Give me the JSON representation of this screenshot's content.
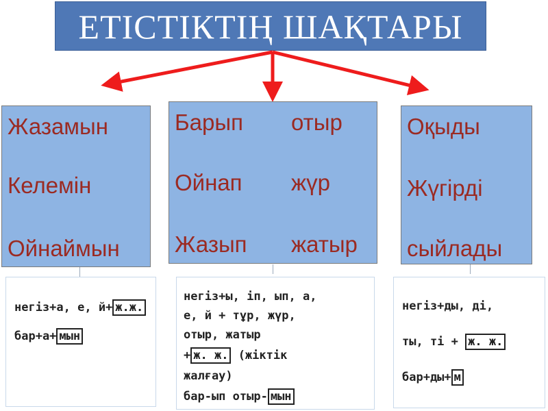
{
  "title": "ЕТІСТІКТІҢ ШАҚТАРЫ",
  "colors": {
    "title_bg": "#4f78b6",
    "box_bg": "#8eb4e3",
    "word_text": "#9b2a22",
    "arrow": "#ee1c1c"
  },
  "left": {
    "words": [
      "Жазамын",
      "Келемін",
      "Ойнаймын"
    ]
  },
  "middle": {
    "rows": [
      {
        "a": "Барып",
        "b": "отыр"
      },
      {
        "a": "Ойнап",
        "b": "жүр"
      },
      {
        "a": "Жазып",
        "b": "жатыр"
      }
    ]
  },
  "right": {
    "words": [
      "Оқыды",
      "Жүгірді",
      "сыйлады"
    ]
  },
  "rules": {
    "left": {
      "l1": "негіз+а, е, й+",
      "l1_box": "ж.ж.",
      "l2": "бар+а+",
      "l2_box": "мын"
    },
    "middle": {
      "l1": "негіз+ы, іп, ып, а,",
      "l2": "е, й + тұр, жүр,",
      "l3": "отыр, жатыр",
      "l4_pre": "+",
      "l4_box": "ж. ж.",
      "l4_post": "(жіктік",
      "l5": "жалғау)",
      "l6": "бар-ып отыр-",
      "l6_box": "мын"
    },
    "right": {
      "l1": "негіз+ды, ді,",
      "l2": "ты, ті +",
      "l2_box": "ж. ж.",
      "l3": "бар+ды+",
      "l3_box": "м"
    }
  }
}
